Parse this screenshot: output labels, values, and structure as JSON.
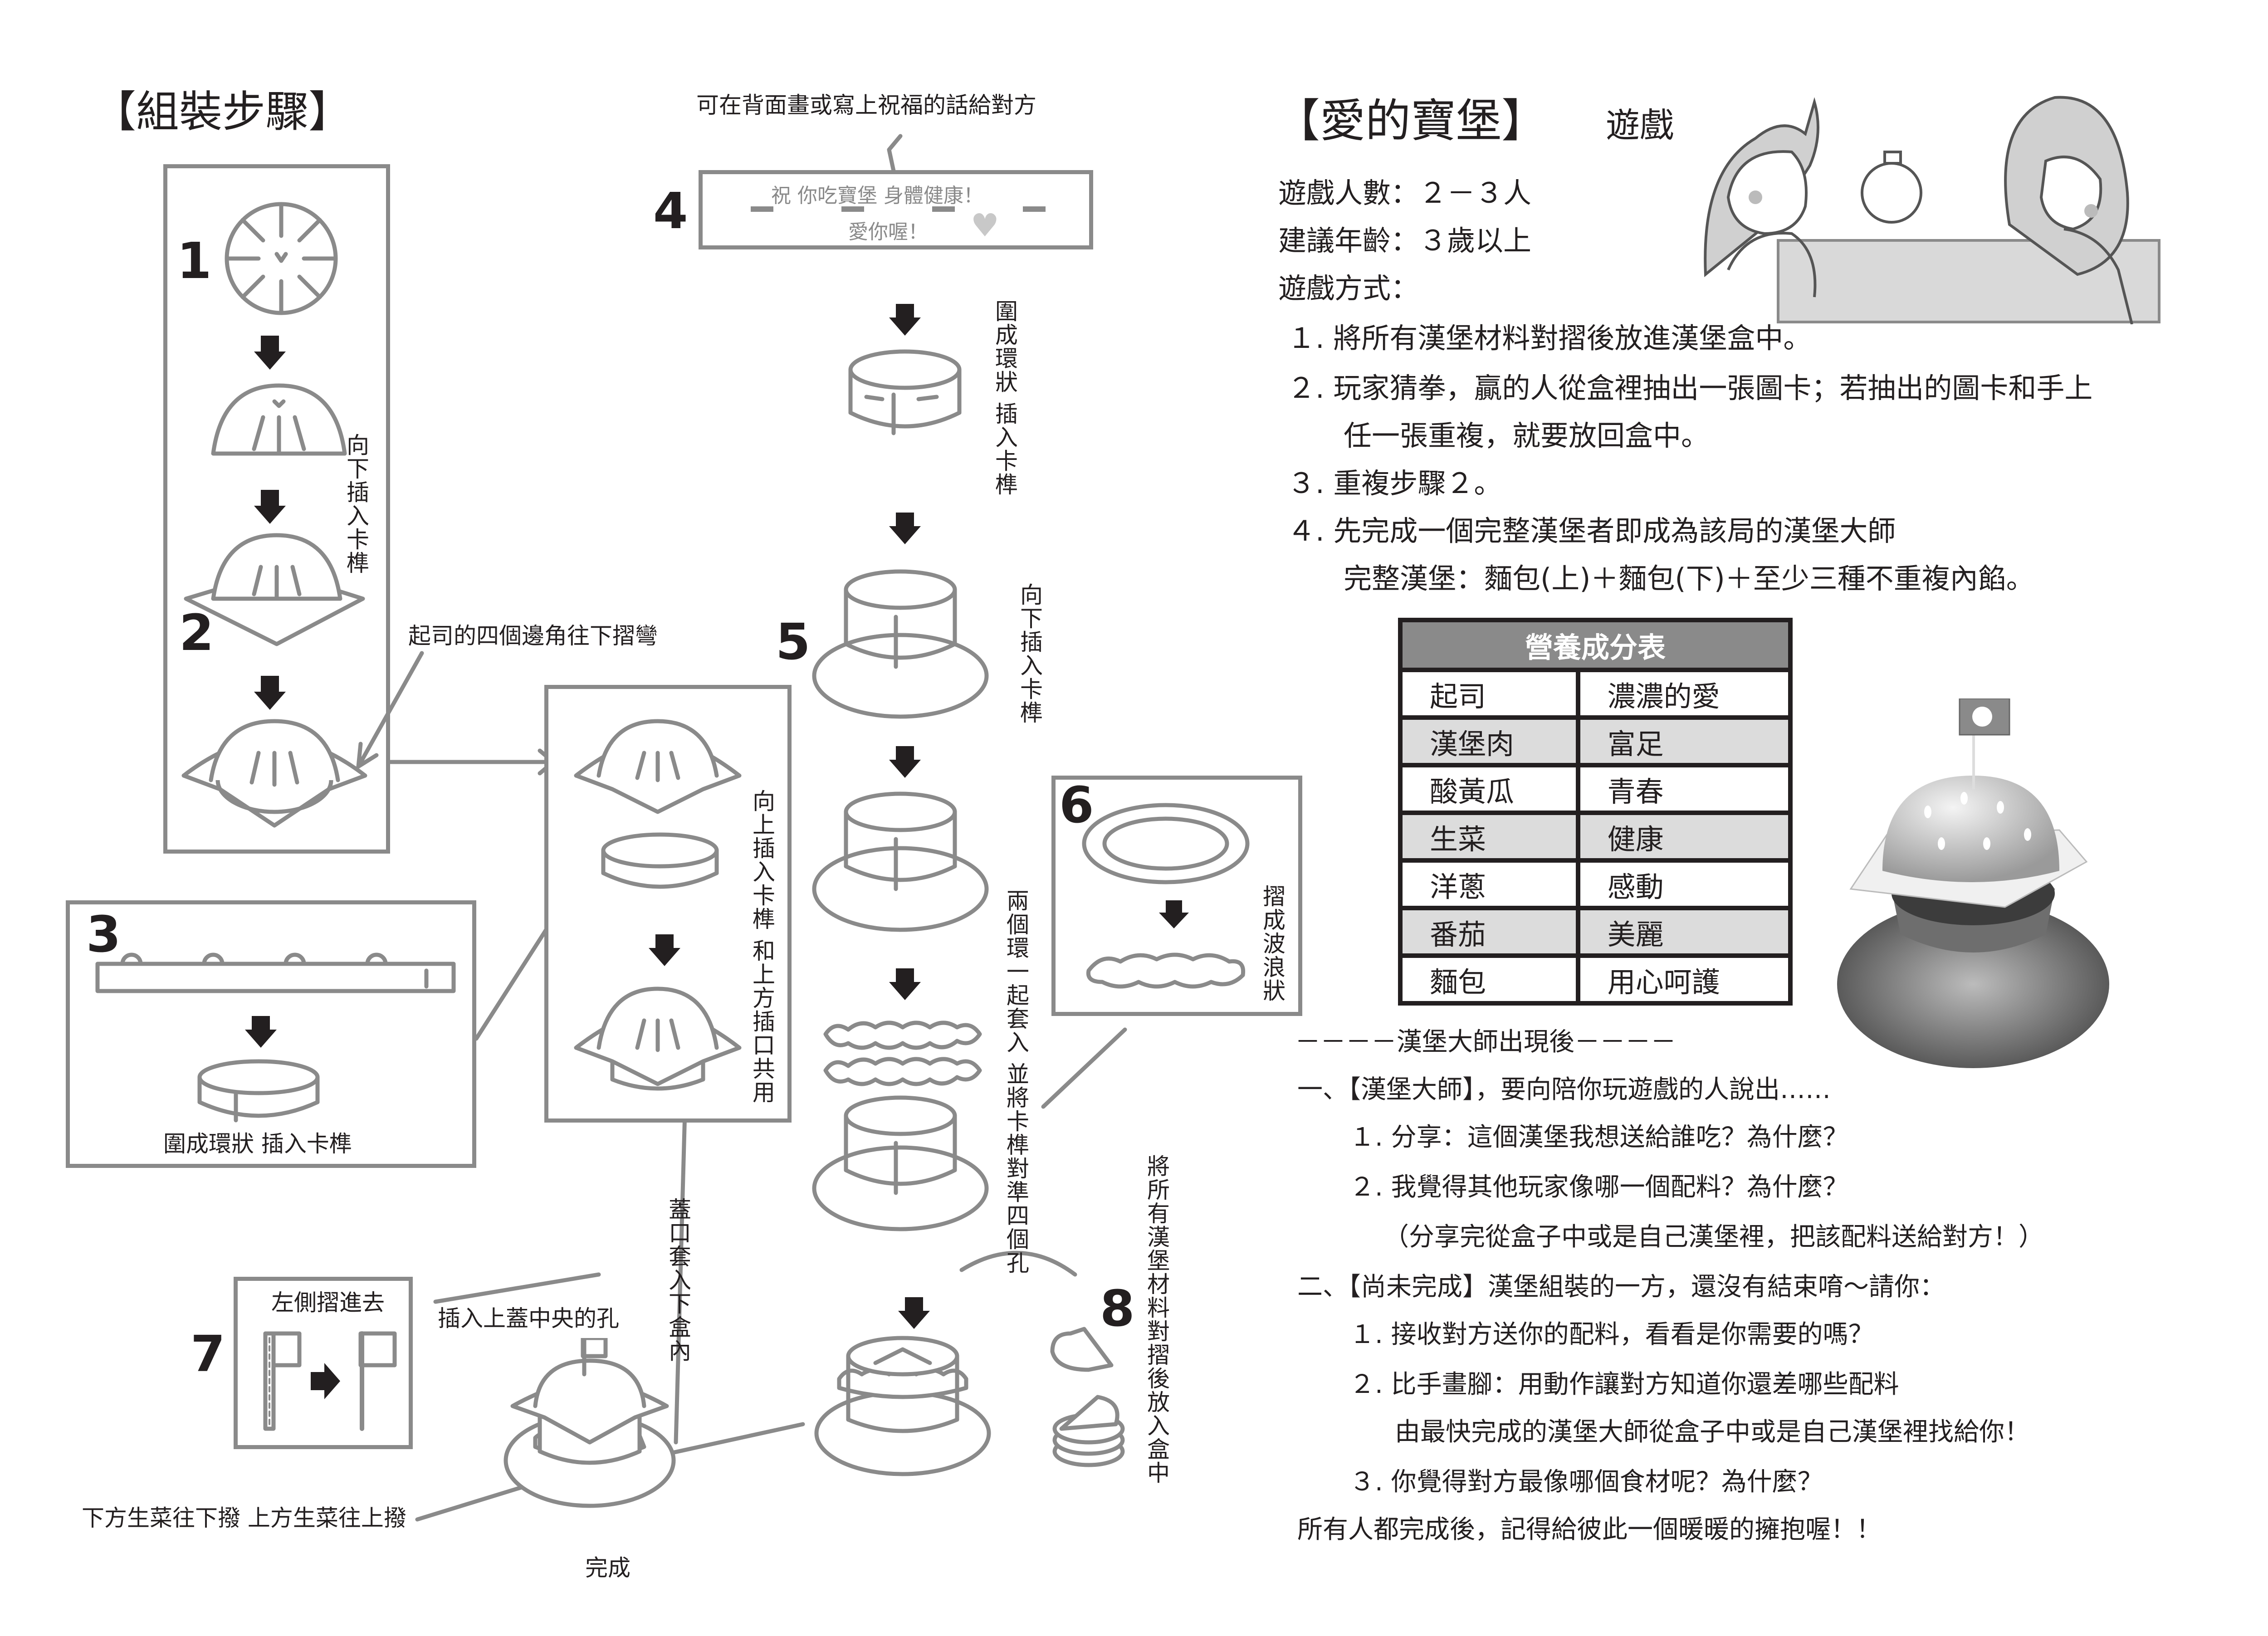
{
  "assembly": {
    "title": "【組裝步驟】",
    "step_numbers": [
      "1",
      "2",
      "3",
      "4",
      "5",
      "6",
      "7",
      "8"
    ],
    "step1_note": "向下插入卡榫",
    "step2_note": "起司的四個邊角往下摺彎",
    "step3_note": "圍成環狀 插入卡榫",
    "top_cap_note": "向上插入卡榫 和上方插口共用",
    "step4_note": "可在背面畫或寫上祝福的話給對方",
    "step4_card_line1": "祝 你吃寶堡 身體健康！",
    "step4_card_line2": "愛你喔！",
    "ring_note": "圍成環狀 插入卡榫",
    "step5_note": "向下插入卡榫",
    "step6_note": "摺成波浪狀",
    "two_rings_note": "兩個環一起套入 並將卡榫對準四個孔",
    "lid_note": "蓋口套入下盒內",
    "step7_box_label": "左側摺進去",
    "step7_note": "插入上蓋中央的孔",
    "step8_note": "將所有漢堡材料對摺後放入盒中",
    "lettuce_note": "下方生菜往下撥 上方生菜往上撥",
    "done_label": "完成"
  },
  "game": {
    "title": "【愛的寶堡】",
    "title_suffix": "遊戲",
    "players": "遊戲人數：２－３人",
    "age": "建議年齡：３歲以上",
    "method_label": "遊戲方式：",
    "rules": [
      "１. 將所有漢堡材料對摺後放進漢堡盒中。",
      "２. 玩家猜拳，贏的人從盒裡抽出一張圖卡；若抽出的圖卡和手上",
      "　　任一張重複，就要放回盒中。",
      "３. 重複步驟２。",
      "４. 先完成一個完整漢堡者即成為該局的漢堡大師",
      "　　完整漢堡：麵包(上)＋麵包(下)＋至少三種不重複內餡。"
    ],
    "nutrition_table": {
      "header": "營養成分表",
      "rows": [
        {
          "item": "起司",
          "meaning": "濃濃的愛"
        },
        {
          "item": "漢堡肉",
          "meaning": "富足"
        },
        {
          "item": "酸黃瓜",
          "meaning": "青春"
        },
        {
          "item": "生菜",
          "meaning": "健康"
        },
        {
          "item": "洋蔥",
          "meaning": "感動"
        },
        {
          "item": "番茄",
          "meaning": "美麗"
        },
        {
          "item": "麵包",
          "meaning": "用心呵護"
        }
      ]
    },
    "after_heading": "－－－－漢堡大師出現後－－－－",
    "after_lines": [
      "一、【漢堡大師】，要向陪你玩遊戲的人說出……",
      "１. 分享：這個漢堡我想送給誰吃？為什麼？",
      "２. 我覺得其他玩家像哪一個配料？為什麼？",
      "（分享完從盒子中或是自己漢堡裡，把該配料送給對方！）",
      "二、【尚未完成】漢堡組裝的一方，還沒有結束唷～請你：",
      "１. 接收對方送你的配料，看看是你需要的嗎？",
      "２. 比手畫腳：用動作讓對方知道你還差哪些配料",
      "由最快完成的漢堡大師從盒子中或是自己漢堡裡找給你！",
      "３. 你覺得對方最像哪個食材呢？為什麼？",
      "所有人都完成後，記得給彼此一個暖暖的擁抱喔！！"
    ]
  },
  "colors": {
    "line_gray": "#8a8a8a",
    "text_dark": "#231f20",
    "table_header_bg": "#8a8a8a",
    "table_shade_bg": "#dcdcdc",
    "heart": "#c8c8c8"
  }
}
